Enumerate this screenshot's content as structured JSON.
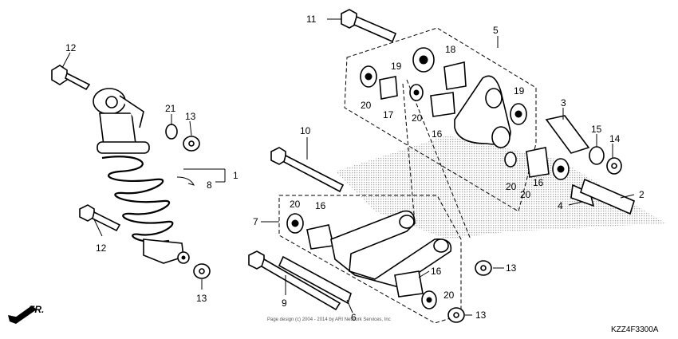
{
  "callouts": {
    "c1": "1",
    "c2": "2",
    "c3": "3",
    "c4": "4",
    "c5": "5",
    "c6": "6",
    "c7": "7",
    "c8": "8",
    "c9": "9",
    "c10": "10",
    "c11": "11",
    "c12a": "12",
    "c12b": "12",
    "c13a": "13",
    "c13b": "13",
    "c13c": "13",
    "c13d": "13",
    "c14": "14",
    "c15": "15",
    "c16a": "16",
    "c16b": "16",
    "c16c": "16",
    "c16d": "16",
    "c17": "17",
    "c18": "18",
    "c19a": "19",
    "c19b": "19",
    "c20a": "20",
    "c20b": "20",
    "c20c": "20",
    "c20d": "20",
    "c20e": "20",
    "c20f": "20",
    "c21": "21"
  },
  "front_indicator": "FR.",
  "copyright": "Page design (c) 2004 - 2014 by ARI Network Services, Inc",
  "diagram_code": "KZZ4F3300A",
  "colors": {
    "line": "#000000",
    "background": "#ffffff",
    "stipple": "#999999"
  }
}
